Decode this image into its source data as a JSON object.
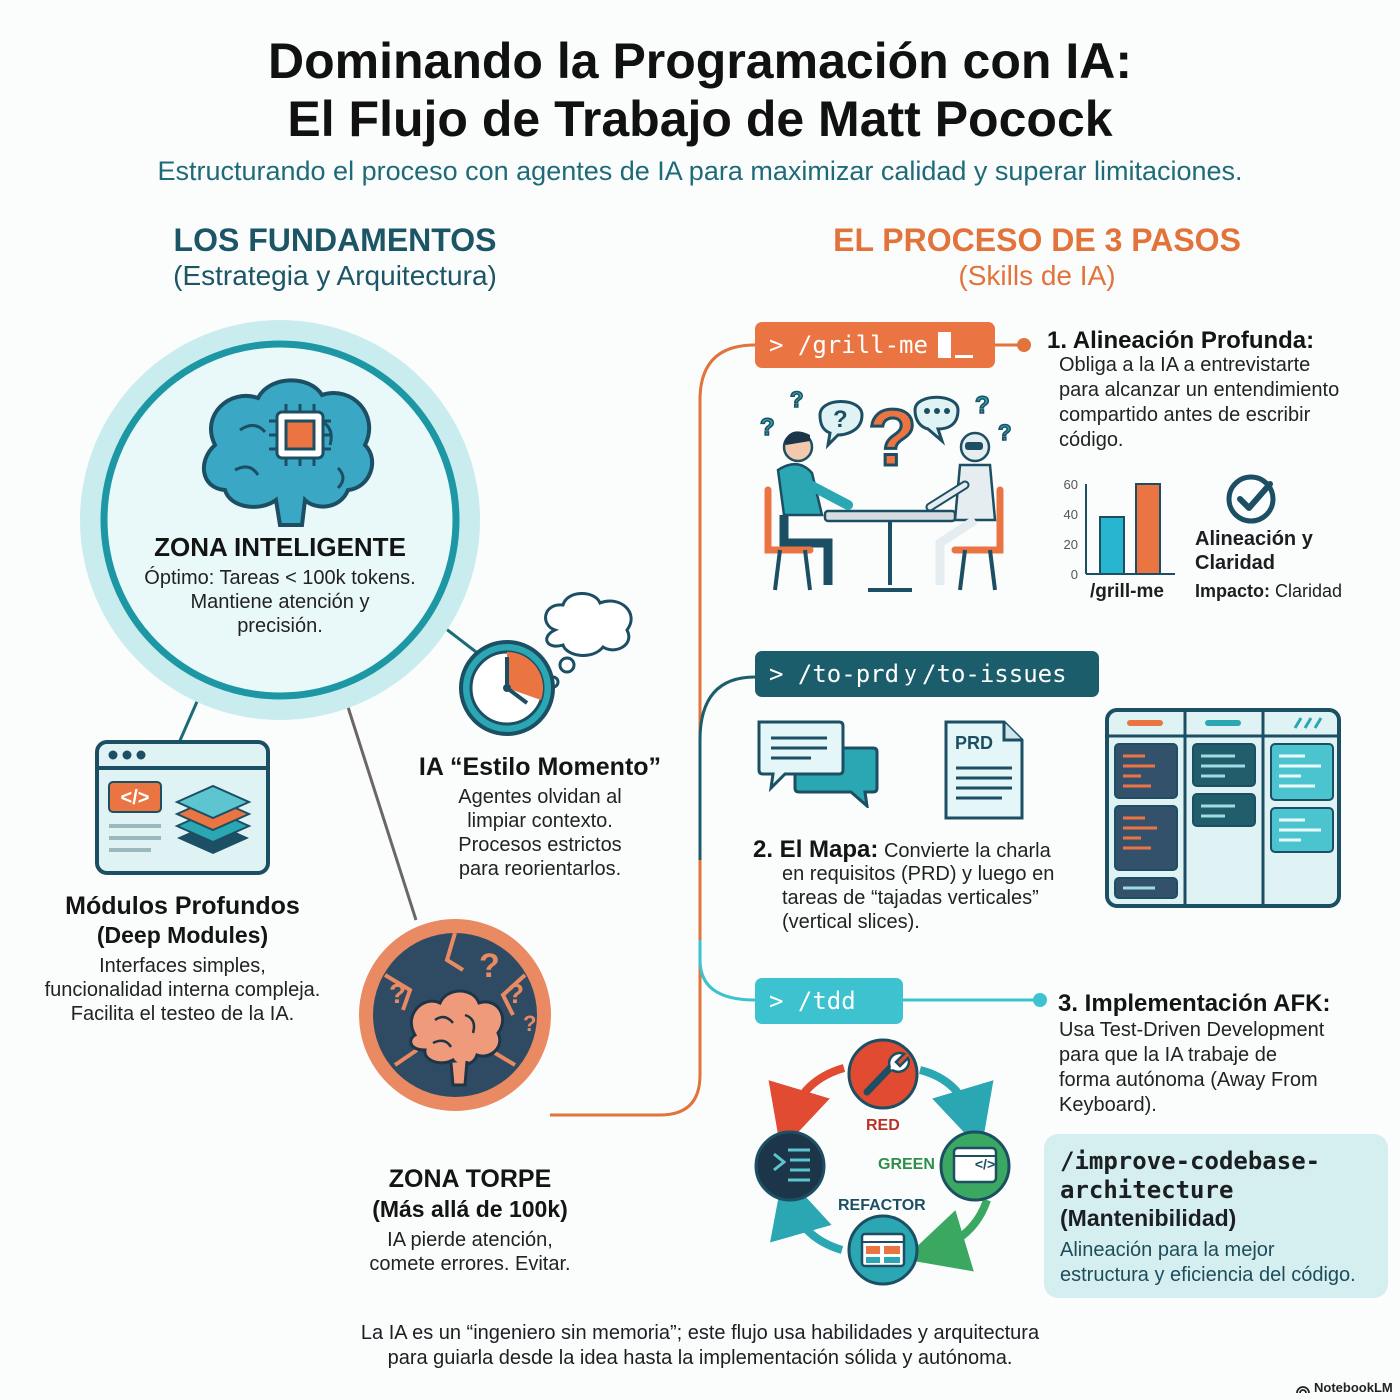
{
  "header": {
    "title_line1": "Dominando la Programación con IA:",
    "title_line2": "El Flujo de Trabajo de Matt Pocock",
    "subtitle": "Estructurando el proceso con agentes de IA para maximizar calidad y superar limitaciones."
  },
  "left": {
    "heading": "LOS FUNDAMENTOS",
    "subheading": "(Estrategia y Arquitectura)",
    "smart_zone": {
      "title": "ZONA INTELIGENTE",
      "line1": "Óptimo: Tareas < 100k tokens.",
      "line2": "Mantiene atención y",
      "line3": "precisión."
    },
    "moment": {
      "title": "IA “Estilo Momento”",
      "line1": "Agentes olvidan al",
      "line2": "limpiar contexto.",
      "line3": "Procesos estrictos",
      "line4": "para reorientarlos."
    },
    "modules": {
      "title": "Módulos Profundos",
      "subtitle": "(Deep Modules)",
      "line1": "Interfaces simples,",
      "line2": "funcionalidad interna compleja.",
      "line3": "Facilita el testeo de la IA.",
      "code_glyph": "</>"
    },
    "dumb_zone": {
      "title": "ZONA TORPE",
      "subtitle": "(Más allá de 100k)",
      "line1": "IA pierde atención,",
      "line2": "comete errores. Evitar."
    }
  },
  "right": {
    "heading": "EL PROCESO DE 3 PASOS",
    "subheading": "(Skills de IA)",
    "step1": {
      "command": "> /grill-me",
      "title": "1. Alineación Profunda:",
      "line1": "Obliga a la IA a entrevistarte",
      "line2": "para alcanzar un entendimiento",
      "line3": "compartido antes de escribir",
      "line4": "código.",
      "result_label_1": "Alineación y",
      "result_label_2": "Claridad",
      "impact_key": "Impacto:",
      "impact_value": "Claridad"
    },
    "step2": {
      "command_a": "> /to-prd",
      "command_mid": "y",
      "command_b": "/to-issues",
      "doc_label": "PRD",
      "title": "2. El Mapa:",
      "line1": "Convierte la charla",
      "line2": "en requisitos (PRD) y luego en",
      "line3": "tareas de “tajadas verticales”",
      "line4": "(vertical slices)."
    },
    "step3": {
      "command": "> /tdd",
      "title": "3. Implementación AFK:",
      "line1": "Usa Test-Driven Development",
      "line2": "para que la IA trabaje de",
      "line3": "forma autónoma (Away From",
      "line4": "Keyboard).",
      "cycle_red": "RED",
      "cycle_green": "GREEN",
      "cycle_refactor": "REFACTOR",
      "code_glyph": "</>"
    },
    "improve": {
      "command_line1": "/improve-codebase-",
      "command_line2": "architecture",
      "subtitle": "(Mantenibilidad)",
      "line1": "Alineación para la mejor",
      "line2": "estructura y eficiencia del código."
    }
  },
  "footer": {
    "line1": "La IA es un “ingeniero sin memoria”; este flujo usa habilidades y arquitectura",
    "line2": "para guiarla desde la idea hasta la implementación sólida y autónoma.",
    "brand": "NotebookLM"
  },
  "chart_data": {
    "type": "bar",
    "categories": [
      "/grill-me"
    ],
    "series": [
      {
        "values": [
          38
        ]
      },
      {
        "values": [
          60
        ]
      }
    ],
    "ylim": [
      0,
      60
    ],
    "yticks": [
      0,
      20,
      40,
      60
    ],
    "colors": [
      "#27b5cf",
      "#ea7542"
    ]
  },
  "colors": {
    "teal": "#2aa7b3",
    "teal_dark": "#1c5565",
    "orange": "#e2733a",
    "cmd_teal": "#1c5d6c",
    "cmd_light": "#3cc3cf"
  }
}
